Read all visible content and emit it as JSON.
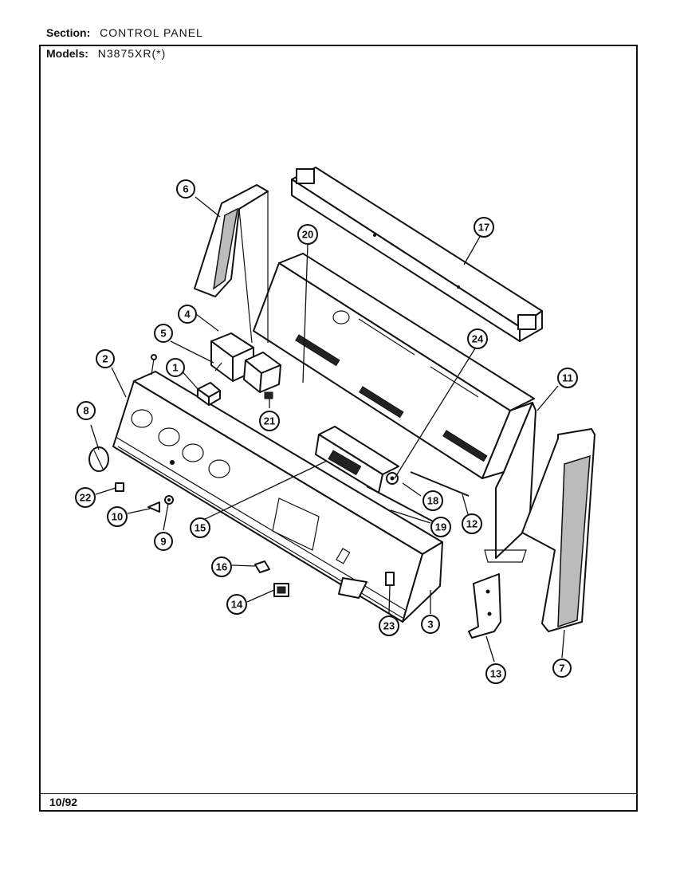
{
  "header": {
    "section_label": "Section:",
    "section_value": "CONTROL PANEL",
    "models_label": "Models:",
    "models_value": "N3875XR(*)"
  },
  "footer": {
    "date_code": "10/92"
  },
  "callouts": [
    "1",
    "2",
    "3",
    "4",
    "5",
    "6",
    "7",
    "8",
    "9",
    "10",
    "11",
    "12",
    "13",
    "14",
    "15",
    "16",
    "17",
    "18",
    "19",
    "20",
    "21",
    "22",
    "23",
    "24"
  ]
}
